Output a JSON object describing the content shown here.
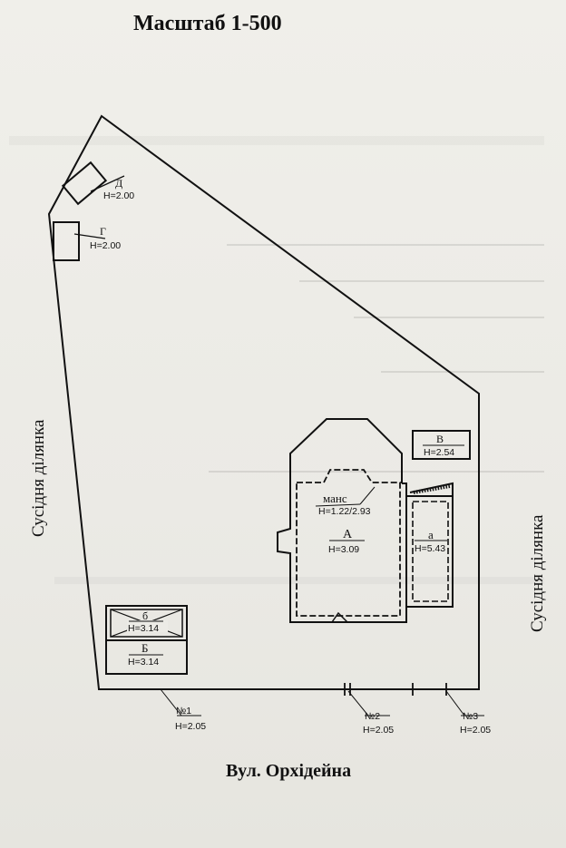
{
  "scale": "Масштаб  1-500",
  "street": "Вул. Орхідейна",
  "neighbor_left": "Сусідня ділянка",
  "neighbor_right": "Сусідня ділянка",
  "buildings": {
    "d": {
      "letter": "Д",
      "height": "Н=2.00"
    },
    "g": {
      "letter": "Г",
      "height": "Н=2.00"
    },
    "v": {
      "letter": "В",
      "height": "Н=2.54"
    },
    "mans": {
      "letter": "манс",
      "height": "Н=1.22/2.93"
    },
    "a_main": {
      "letter": "А",
      "height": "Н=3.09"
    },
    "a_small": {
      "letter": "а",
      "height": "Н=5.43"
    },
    "b_small": {
      "letter": "б",
      "height": "Н=3.14"
    },
    "b_main": {
      "letter": "Б",
      "height": "Н=3.14"
    }
  },
  "points": [
    {
      "id": "№1",
      "height": "Н=2.05"
    },
    {
      "id": "№2",
      "height": "Н=2.05"
    },
    {
      "id": "№3",
      "height": "Н=2.05"
    }
  ]
}
